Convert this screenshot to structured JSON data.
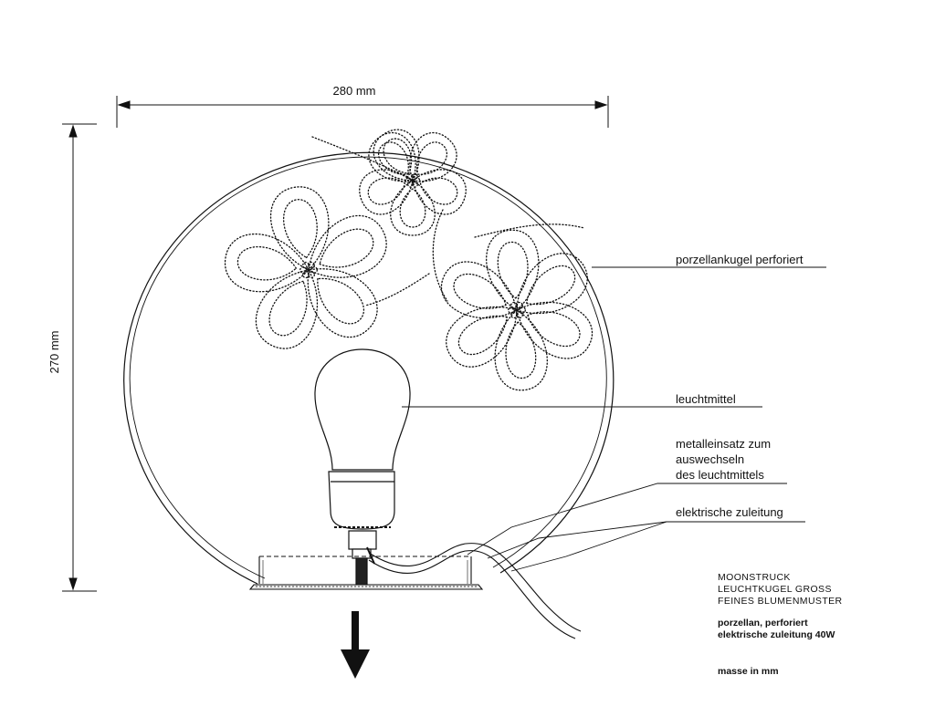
{
  "dimensions": {
    "width_label": "280 mm",
    "height_label": "270 mm"
  },
  "callouts": {
    "shell": "porzellankugel perforiert",
    "bulb": "leuchtmittel",
    "insert_line1": "metalleinsatz zum",
    "insert_line2": "auswechseln",
    "insert_line3": "des leuchtmittels",
    "cable": "elektrische zuleitung"
  },
  "title_block": {
    "name1": "MOONSTRUCK",
    "name2": "LEUCHTKUGEL GROSS",
    "name3": "FEINES BLUMENMUSTER",
    "spec1": "porzellan, perforiert",
    "spec2": "elektrische zuleitung 40W",
    "note": "masse in mm"
  }
}
